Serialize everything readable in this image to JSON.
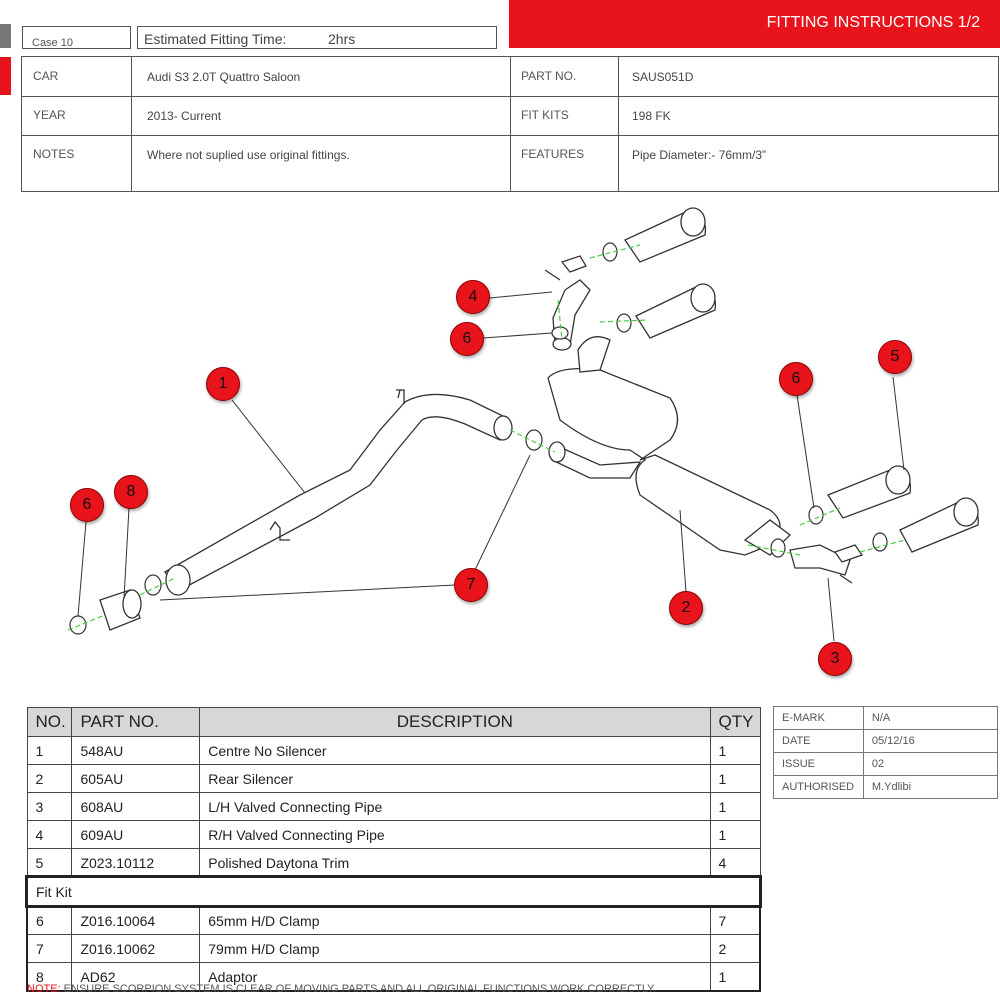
{
  "header": {
    "case": "Case 10",
    "fitting_time_label": "Estimated Fitting Time:",
    "fitting_time_value": "2hrs",
    "banner": "FITTING INSTRUCTIONS 1/2"
  },
  "info": {
    "car_label": "CAR",
    "car_value": "Audi S3 2.0T Quattro Saloon",
    "year_label": "YEAR",
    "year_value": "2013- Current",
    "notes_label": "NOTES",
    "notes_value": "Where not suplied use original fittings.",
    "part_label": "PART NO.",
    "part_value": "SAUS051D",
    "kits_label": "FIT KITS",
    "kits_value": "198  FK",
    "features_label": "FEATURES",
    "features_value": "Pipe Diameter:- 76mm/3”"
  },
  "callouts": [
    "1",
    "2",
    "3",
    "4",
    "5",
    "6",
    "6",
    "6",
    "7",
    "8"
  ],
  "parts_table": {
    "headers": [
      "NO.",
      "PART NO.",
      "DESCRIPTION",
      "QTY"
    ],
    "rows": [
      {
        "no": "1",
        "part": "548AU",
        "desc": "Centre No Silencer",
        "qty": "1"
      },
      {
        "no": "2",
        "part": "605AU",
        "desc": "Rear Silencer",
        "qty": "1"
      },
      {
        "no": "3",
        "part": "608AU",
        "desc": "L/H Valved Connecting Pipe",
        "qty": "1"
      },
      {
        "no": "4",
        "part": "609AU",
        "desc": "R/H Valved Connecting Pipe",
        "qty": "1"
      },
      {
        "no": "5",
        "part": "Z023.10112",
        "desc": "Polished Daytona Trim",
        "qty": "4"
      }
    ],
    "fit_kit_label": "Fit Kit",
    "fit_kit_rows": [
      {
        "no": "6",
        "part": "Z016.10064",
        "desc": "65mm H/D Clamp",
        "qty": "7"
      },
      {
        "no": "7",
        "part": "Z016.10062",
        "desc": "79mm H/D Clamp",
        "qty": "2"
      },
      {
        "no": "8",
        "part": "AD62",
        "desc": "Adaptor",
        "qty": "1"
      }
    ]
  },
  "meta_table": [
    {
      "label": "E-MARK",
      "value": "N/A"
    },
    {
      "label": "DATE",
      "value": "05/12/16"
    },
    {
      "label": "ISSUE",
      "value": "02"
    },
    {
      "label": "AUTHORISED",
      "value": "M.Ydlibi"
    }
  ],
  "footer": {
    "note_label": "NOTE:",
    "note_text": " ENSURE SCORPION SYSTEM IS CLEAR OF MOVING PARTS AND ALL ORIGINAL FUNCTIONS WORK CORRECTLY."
  },
  "colors": {
    "brand_red": "#e8131b",
    "guide_green": "#44cc44"
  }
}
